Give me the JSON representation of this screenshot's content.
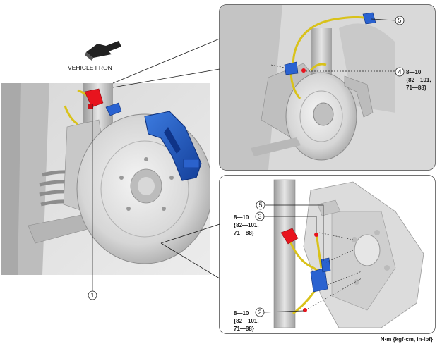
{
  "direction_label": "VEHICLE FRONT",
  "units_note": "N·m {kgf-cm, in-lbf}",
  "callouts": {
    "c1": "1",
    "c2": "2",
    "c3": "3",
    "c4": "4",
    "c5_top": "5",
    "c5_bottom": "5"
  },
  "torque": {
    "t4": {
      "l1": "8—10",
      "l2": "{82—101,",
      "l3": "71—88}"
    },
    "t3": {
      "l1": "8—10",
      "l2": "{82—101,",
      "l3": "71—88}"
    },
    "t2": {
      "l1": "8—10",
      "l2": "{82—101,",
      "l3": "71—88}"
    }
  },
  "colors": {
    "highlight_red": "#e8141e",
    "highlight_blue": "#1f57c4",
    "hose_yellow": "#d9c21a",
    "frame": "#1a1a1a"
  }
}
